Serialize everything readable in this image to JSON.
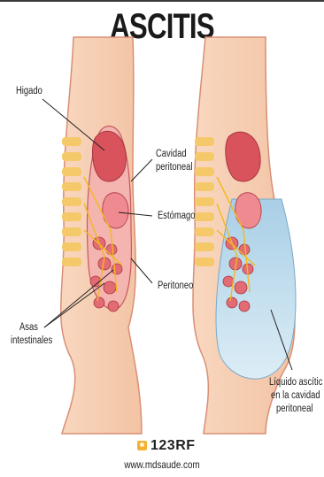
{
  "title": "ASCITIS",
  "labels": {
    "higado": "Higado",
    "cavidad_line1": "Cavidad",
    "cavidad_line2": "peritoneal",
    "estomago": "Estómago",
    "peritoneo": "Peritoneo",
    "asas_line1": "Asas",
    "asas_line2": "intestinales",
    "liquido_line1": "Líquido ascític",
    "liquido_line2": "en la cavidad",
    "liquido_line3": "peritoneal"
  },
  "watermark": {
    "brand": "123RF",
    "url": "www.mdsaude.com"
  },
  "colors": {
    "skin": "#f6cdb0",
    "skin_outline": "#d98f75",
    "organ": "#d9535d",
    "organ_light": "#f09aa0",
    "spine": "#f5c96a",
    "nerve": "#f2b81f",
    "fluid": "#b8d9ec"
  }
}
